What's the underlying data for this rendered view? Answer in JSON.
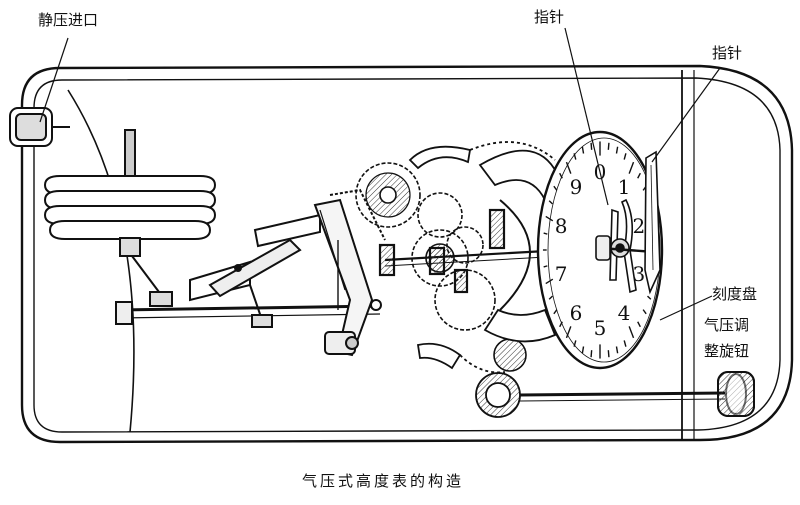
{
  "labels": {
    "static_inlet": "静压进口",
    "pointer_top": "指针",
    "pointer_right": "指针",
    "dial": "刻度盘",
    "adjust_line1": "气压调",
    "adjust_line2": "整旋钮"
  },
  "dial_numbers": [
    "0",
    "1",
    "2",
    "3",
    "4",
    "5",
    "6",
    "7",
    "8",
    "9"
  ],
  "caption": "气压式高度表的构造"
}
